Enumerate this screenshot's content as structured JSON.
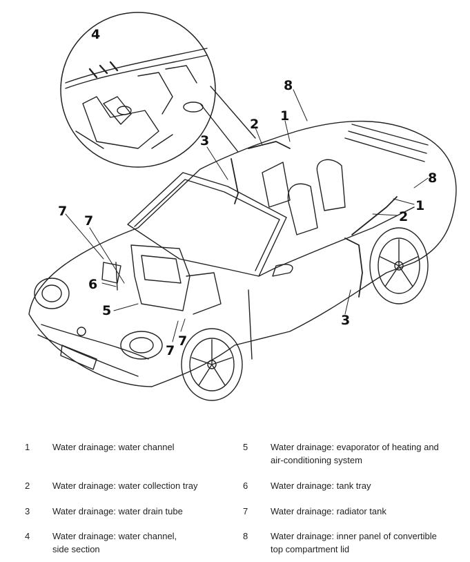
{
  "figure": {
    "callouts": [
      "4",
      "8",
      "1",
      "2",
      "3",
      "8",
      "1",
      "2",
      "3",
      "7",
      "7",
      "6",
      "5",
      "7",
      "7"
    ]
  },
  "legend": [
    {
      "num": "1",
      "text": "Water drainage: water channel"
    },
    {
      "num": "2",
      "text": "Water drainage: water collection tray"
    },
    {
      "num": "3",
      "text": "Water drainage: water drain tube"
    },
    {
      "num": "4",
      "text": "Water drainage: water channel,\nside section"
    },
    {
      "num": "5",
      "text": "Water drainage: evaporator of heating and\nair-conditioning system"
    },
    {
      "num": "6",
      "text": "Water drainage: tank tray"
    },
    {
      "num": "7",
      "text": "Water drainage: radiator tank"
    },
    {
      "num": "8",
      "text": "Water drainage: inner panel of convertible\ntop compartment lid"
    }
  ]
}
